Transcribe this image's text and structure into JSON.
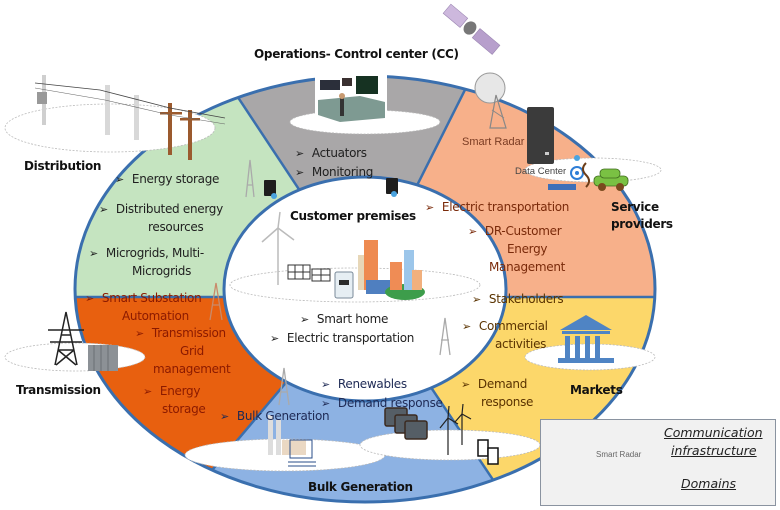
{
  "colors": {
    "ring_border": "#3a6fae",
    "distribution": "#c5e4c0",
    "operations": "#a9a7a8",
    "service_providers": "#f7b08a",
    "markets": "#fcd76a",
    "bulk_generation": "#8db2e3",
    "transmission": "#e8600f",
    "customer_premises": "#ffffff"
  },
  "domains": {
    "operations": {
      "title": "Operations- Control center (CC)",
      "items": [
        "Actuators",
        "Monitoring"
      ]
    },
    "distribution": {
      "title": "Distribution",
      "items": [
        "Energy storage",
        "Distributed energy",
        "resources",
        "Microgrids, Multi-",
        "Microgrids"
      ]
    },
    "service_providers": {
      "title_line1": "Service",
      "title_line2": "providers",
      "items": [
        "Electric transportation",
        "DR-Customer",
        "Energy",
        "Management"
      ],
      "captions": {
        "radar": "Smart Radar",
        "data_center": "Data Center"
      }
    },
    "transmission": {
      "title": "Transmission",
      "items": [
        "Smart Substation",
        "Automation",
        "Transmission",
        "Grid",
        "management",
        "Energy",
        "storage"
      ]
    },
    "markets": {
      "title": "Markets",
      "items": [
        "Stakeholders",
        "Commercial",
        "activities",
        "Demand",
        "response"
      ]
    },
    "bulk_generation": {
      "title": "Bulk Generation",
      "items": [
        "Renewables",
        "Demand response",
        "Bulk Generation"
      ]
    },
    "customer_premises": {
      "title": "Customer premises",
      "items": [
        "Smart home",
        "Electric transportation"
      ]
    }
  },
  "bullet_glyph": "➢",
  "legend": {
    "radar_caption": "Smart Radar",
    "communication_line1": "Communication",
    "communication_line2": "infrastructure",
    "domains_label": "Domains"
  },
  "icons": [
    "satellite-icon",
    "radar-dish-icon",
    "cell-tower-icon",
    "server-user-icon",
    "data-center-server-icon",
    "electric-car-icon",
    "power-pole-icon",
    "transmission-tower-icon",
    "transformer-icon",
    "bank-building-icon",
    "solar-panel-icon",
    "wind-turbine-icon",
    "battery-icon",
    "factory-icon",
    "dam-icon",
    "smart-meter-icon",
    "city-buildings-icon",
    "control-room-icon"
  ]
}
